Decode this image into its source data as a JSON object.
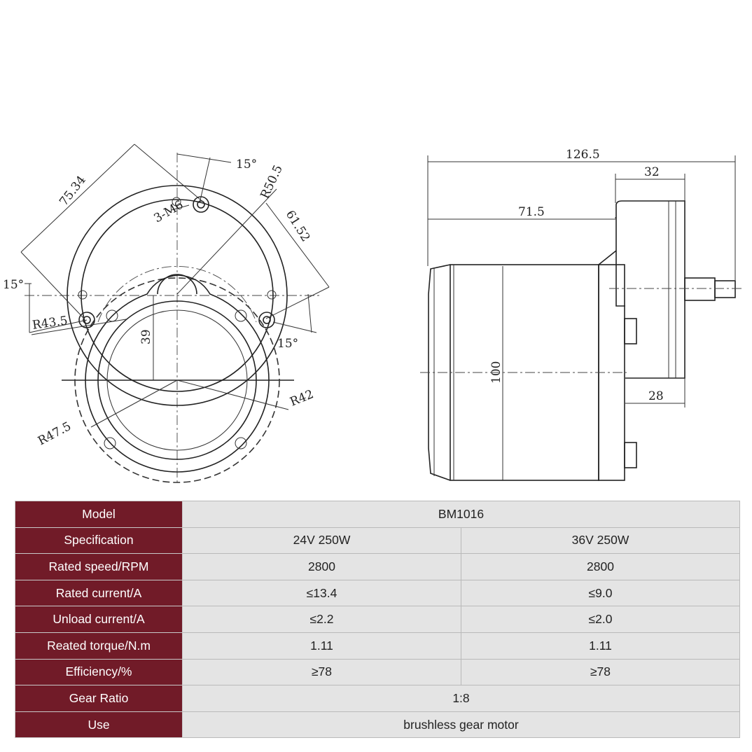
{
  "drawing": {
    "front_view_labels": {
      "angle_top": "15°",
      "angle_left": "15°",
      "angle_right": "15°",
      "dim_diag": "75.34",
      "holes": "3-M6",
      "radius_outer": "R50.5",
      "dim_right": "61.52",
      "radius_hole_circle": "R43.5",
      "dim_vertical": "39",
      "radius_flange": "R47.5",
      "radius_inner": "R42"
    },
    "side_view_labels": {
      "overall_length": "126.5",
      "gearbox_length": "32",
      "motor_length": "71.5",
      "diameter": "100",
      "shaft_offset": "28"
    }
  },
  "spec_table": {
    "rows": [
      {
        "label": "Model",
        "value": "BM1016"
      },
      {
        "label": "Specification",
        "v24": "24V 250W",
        "v36": "36V 250W"
      },
      {
        "label": "Rated speed/RPM",
        "v24": "2800",
        "v36": "2800"
      },
      {
        "label": "Rated current/A",
        "v24": "≤13.4",
        "v36": "≤9.0"
      },
      {
        "label": "Unload current/A",
        "v24": "≤2.2",
        "v36": "≤2.0"
      },
      {
        "label": "Reated torque/N.m",
        "v24": "1.11",
        "v36": "1.11"
      },
      {
        "label": "Efficiency/%",
        "v24": "≥78",
        "v36": "≥78"
      },
      {
        "label": "Gear Ratio",
        "value": "1:8"
      },
      {
        "label": "Use",
        "value": "brushless gear motor"
      }
    ]
  }
}
